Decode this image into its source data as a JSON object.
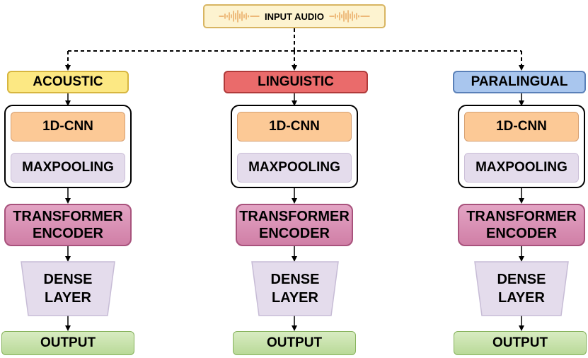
{
  "input": {
    "label": "INPUT AUDIO",
    "icon": "waveform-icon"
  },
  "columns": [
    {
      "header": "ACOUSTIC",
      "header_color": "#fce883",
      "header_border": "#d7b640",
      "cnn": "1D-CNN",
      "pool": "MAXPOOLING",
      "transformer_line1": "TRANSFORMER",
      "transformer_line2": "ENCODER",
      "dense_line1": "DENSE",
      "dense_line2": "LAYER",
      "output": "OUTPUT"
    },
    {
      "header": "LINGUISTIC",
      "header_color": "#ea6b6b",
      "header_border": "#b03a3a",
      "cnn": "1D-CNN",
      "pool": "MAXPOOLING",
      "transformer_line1": "TRANSFORMER",
      "transformer_line2": "ENCODER",
      "dense_line1": "DENSE",
      "dense_line2": "LAYER",
      "output": "OUTPUT"
    },
    {
      "header": "PARALINGUAL",
      "header_color": "#a9c6ee",
      "header_border": "#5a80b8",
      "cnn": "1D-CNN",
      "pool": "MAXPOOLING",
      "transformer_line1": "TRANSFORMER",
      "transformer_line2": "ENCODER",
      "dense_line1": "DENSE",
      "dense_line2": "LAYER",
      "output": "OUTPUT"
    }
  ],
  "colors": {
    "wave": "#e8a45a",
    "dense_fill": "#e4dcec",
    "dense_stroke": "#c7bcd6"
  }
}
